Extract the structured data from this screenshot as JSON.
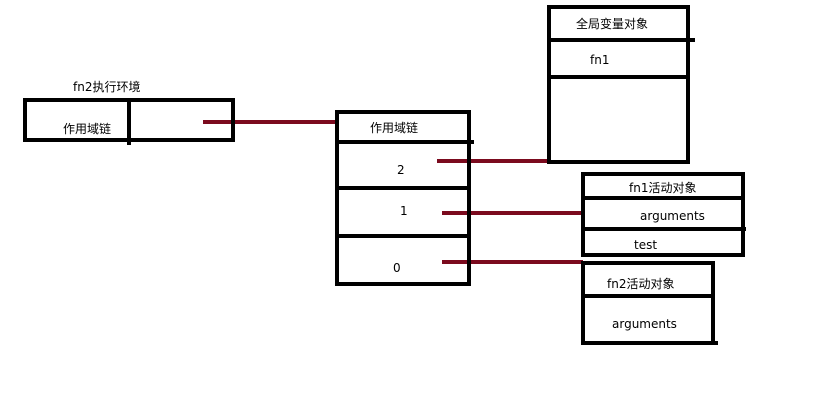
{
  "diagram": {
    "fn2_env": {
      "title": "fn2执行环境",
      "scope_chain_label": "作用域链"
    },
    "scope_chain": {
      "header": "作用域链",
      "slots": [
        "2",
        "1",
        "0"
      ]
    },
    "global_object": {
      "header": "全局变量对象",
      "field": "fn1"
    },
    "fn1_activation": {
      "header": "fn1活动对象",
      "fields": [
        "arguments",
        "test"
      ]
    },
    "fn2_activation": {
      "header": "fn2活动对象",
      "field": "arguments"
    },
    "colors": {
      "box_stroke": "#000000",
      "link": "#7b0a1e"
    }
  }
}
